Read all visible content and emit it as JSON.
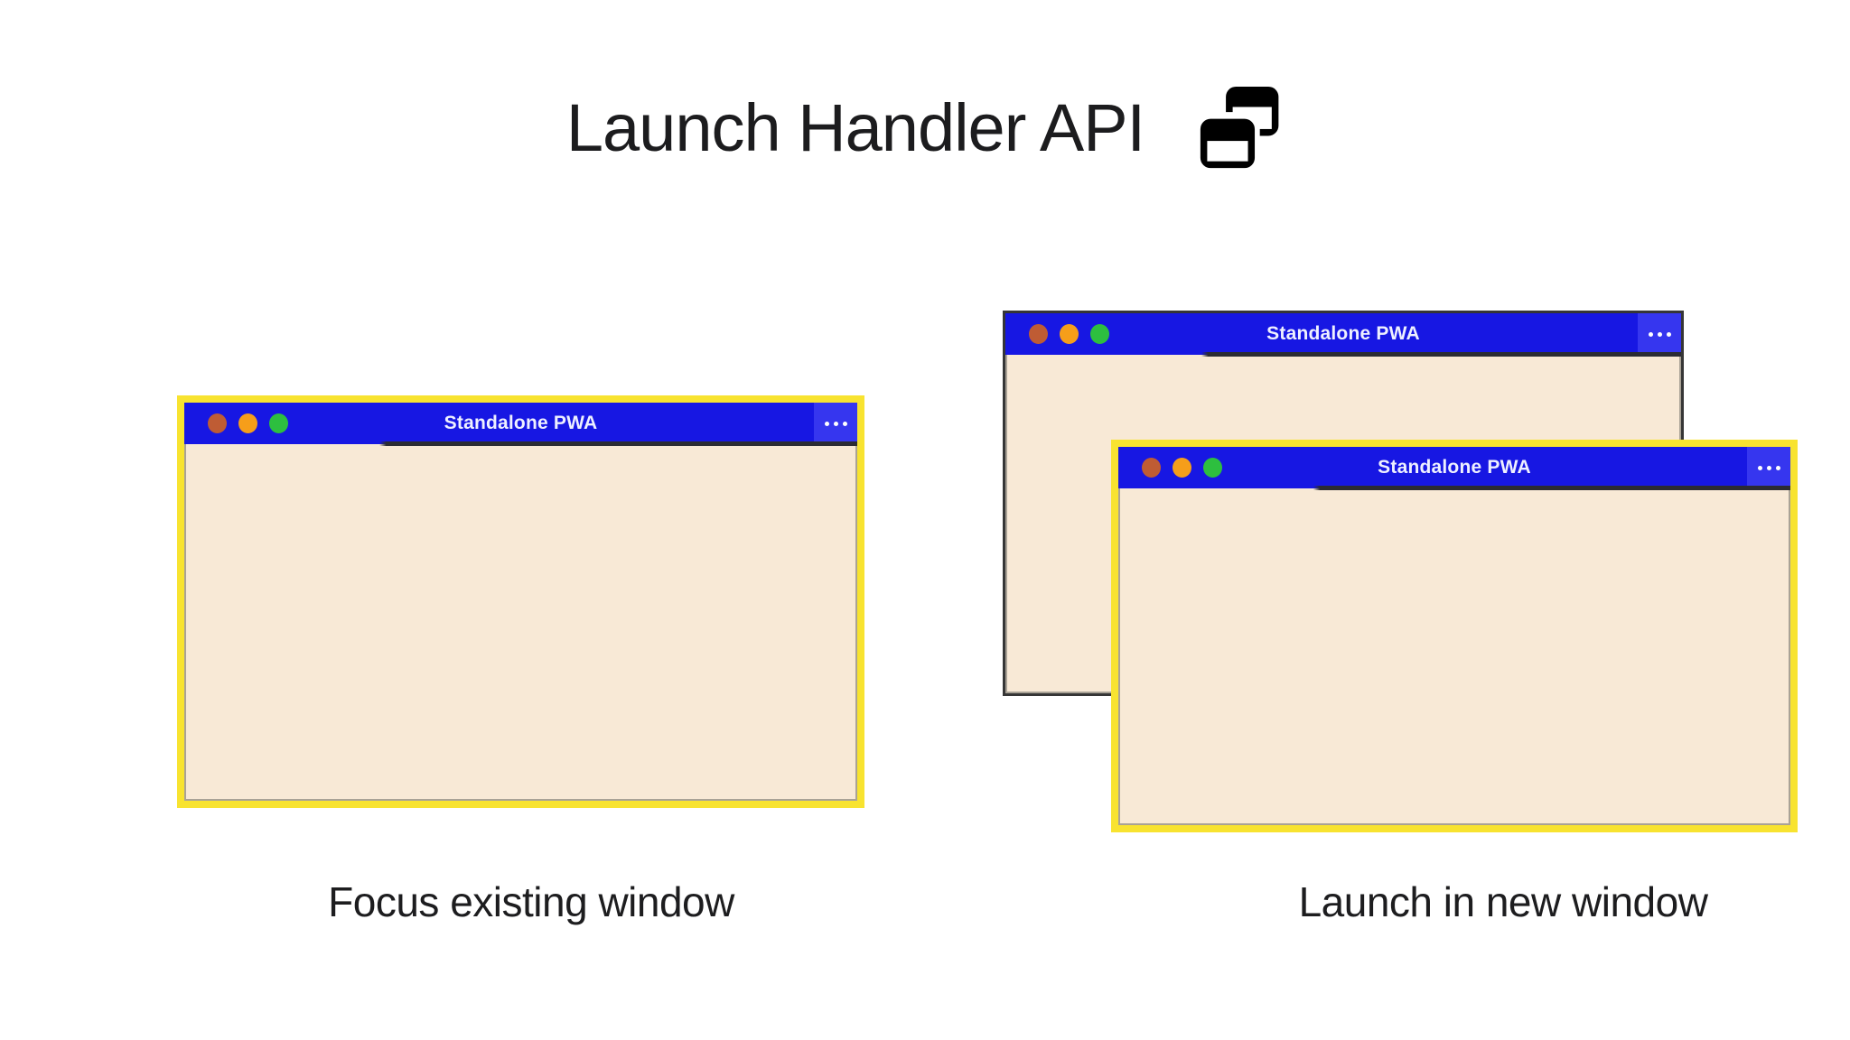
{
  "header": {
    "title": "Launch Handler API",
    "icon": "overlapping-windows-icon"
  },
  "left_panel": {
    "caption": "Focus existing window",
    "window": {
      "title": "Standalone PWA",
      "controls": [
        "red-dot",
        "orange-dot",
        "green-dot"
      ],
      "menu_icon": "ellipsis-menu-icon"
    }
  },
  "right_panel": {
    "caption": "Launch in new window",
    "back_window": {
      "title": "Standalone PWA",
      "controls": [
        "red-dot",
        "orange-dot",
        "green-dot"
      ],
      "menu_icon": "ellipsis-menu-icon"
    },
    "front_window": {
      "title": "Standalone PWA",
      "controls": [
        "red-dot",
        "orange-dot",
        "green-dot"
      ],
      "menu_icon": "ellipsis-menu-icon"
    }
  },
  "colors": {
    "titlebar_blue": "#1717e3",
    "menu_blue": "#3636ef",
    "body_cream": "#f8e9d6",
    "highlight_yellow": "#f8e330",
    "window_border_grey": "#a9a296",
    "back_window_border": "#363636",
    "titlebar_underline": "#2b2b33",
    "dot_red": "#bf5c34",
    "dot_orange": "#f69e1a",
    "dot_green": "#2dbf3f",
    "titlebar_text": "#eef0ff",
    "text_dark": "#1d1d1f"
  }
}
